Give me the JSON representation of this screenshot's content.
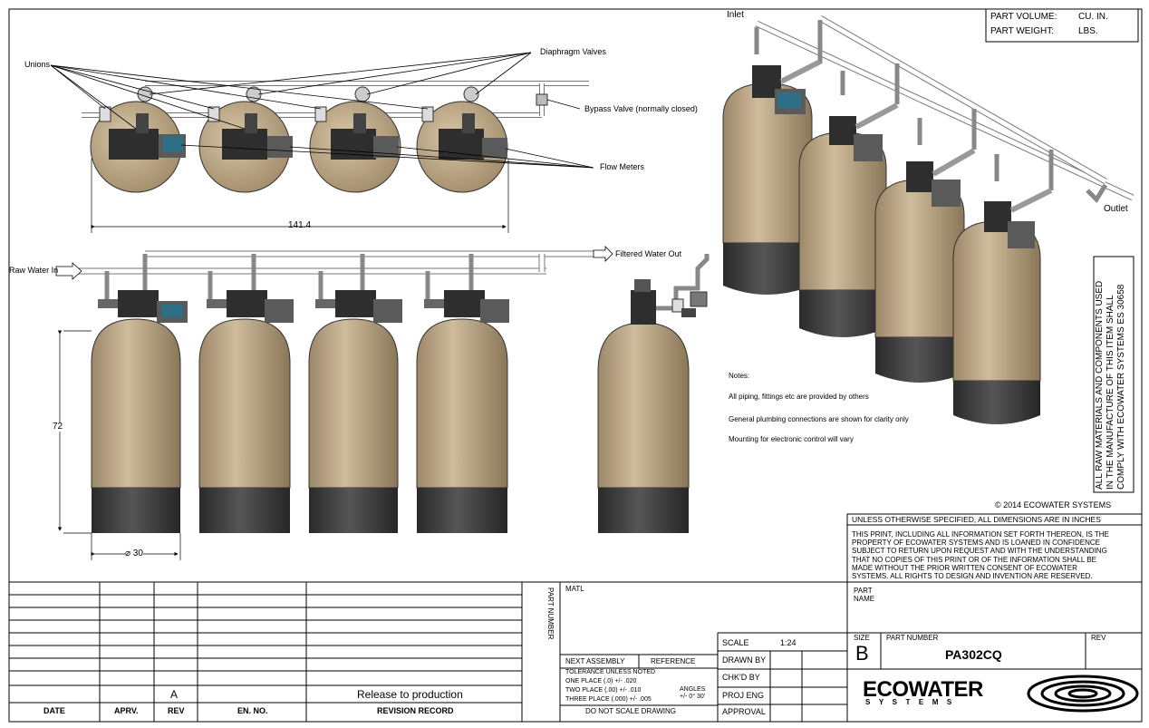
{
  "callouts": {
    "unions": "Unions",
    "diaphragm_valves": "Diaphragm Valves",
    "bypass_valve": "Bypass Valve (normally closed)",
    "flow_meters": "Flow Meters",
    "raw_water_in": "Raw Water In",
    "filtered_water_out": "Filtered Water Out",
    "inlet": "Inlet",
    "outlet": "Outlet"
  },
  "dimensions": {
    "width": "141.4",
    "height": "72",
    "diameter": "⌀ 30"
  },
  "part_info": {
    "volume_label": "PART VOLUME:",
    "volume_unit": "CU. IN.",
    "weight_label": "PART WEIGHT:",
    "weight_unit": "LBS."
  },
  "side_note": {
    "line1": "ALL RAW MATERIALS AND COMPONENTS USED",
    "line2": "IN THE MANUFACTURE OF THIS ITEM SHALL",
    "line3": "COMPLY WITH ECOWATER SYSTEMS ES 30658"
  },
  "notes": {
    "title": "Notes:",
    "items": [
      "All piping, fittings etc are provided by others",
      "General plumbing connections are shown for clarity only",
      "Mounting for electronic control will vary"
    ]
  },
  "copyright": "© 2014 ECOWATER SYSTEMS",
  "legal": {
    "unless": "UNLESS OTHERWISE SPECIFIED, ALL DIMENSIONS ARE IN INCHES",
    "lines": [
      "THIS PRINT, INCLUDING ALL INFORMATION SET FORTH THEREON, IS THE",
      "PROPERTY OF ECOWATER SYSTEMS AND IS LOANED IN CONFIDENCE",
      "SUBJECT TO RETURN UPON REQUEST AND WITH THE UNDERSTANDING",
      "THAT NO COPIES OF THIS PRINT OR OF THE INFORMATION SHALL BE",
      "MADE WITHOUT THE PRIOR WRITTEN CONSENT OF ECOWATER",
      "SYSTEMS. ALL RIGHTS TO DESIGN AND INVENTION ARE RESERVED."
    ]
  },
  "revision": {
    "headers": [
      "DATE",
      "APRV.",
      "REV",
      "EN. NO.",
      "REVISION RECORD"
    ],
    "row": {
      "rev": "A",
      "record": "Release to production"
    }
  },
  "title_block": {
    "part_number_vertical": "PART NUMBER",
    "matl": "MATL",
    "next_assembly": "NEXT ASSEMBLY",
    "reference": "REFERENCE",
    "tolerance_title": "TOLERANCE UNLESS NOTED",
    "tol_one": "ONE PLACE    (.0)    +/-  .020",
    "tol_two": "TWO PLACE   (.00)   +/-  .010",
    "tol_three": "THREE PLACE  (.000)  +/-  .005",
    "angles": "ANGLES",
    "angles_val": "+/- 0° 30'",
    "do_not_scale": "DO NOT SCALE DRAWING",
    "scale_label": "SCALE",
    "scale_value": "1:24",
    "drawn_by": "DRAWN BY",
    "chkd_by": "CHK'D BY",
    "proj_eng": "PROJ ENG",
    "approval": "APPROVAL",
    "part_name_l1": "PART",
    "part_name_l2": "NAME",
    "size_label": "SIZE",
    "size_value": "B",
    "part_number_label": "PART  NUMBER",
    "part_number_value": "PA302CQ",
    "rev_label": "REV"
  },
  "logo": {
    "name": "ECOWATER",
    "sub": "SYSTEMS"
  },
  "colors": {
    "tank": "#c2ad8e",
    "tank_base": "#3c3c3c",
    "valve": "#2e2e2e",
    "meter": "#2f6f86"
  }
}
